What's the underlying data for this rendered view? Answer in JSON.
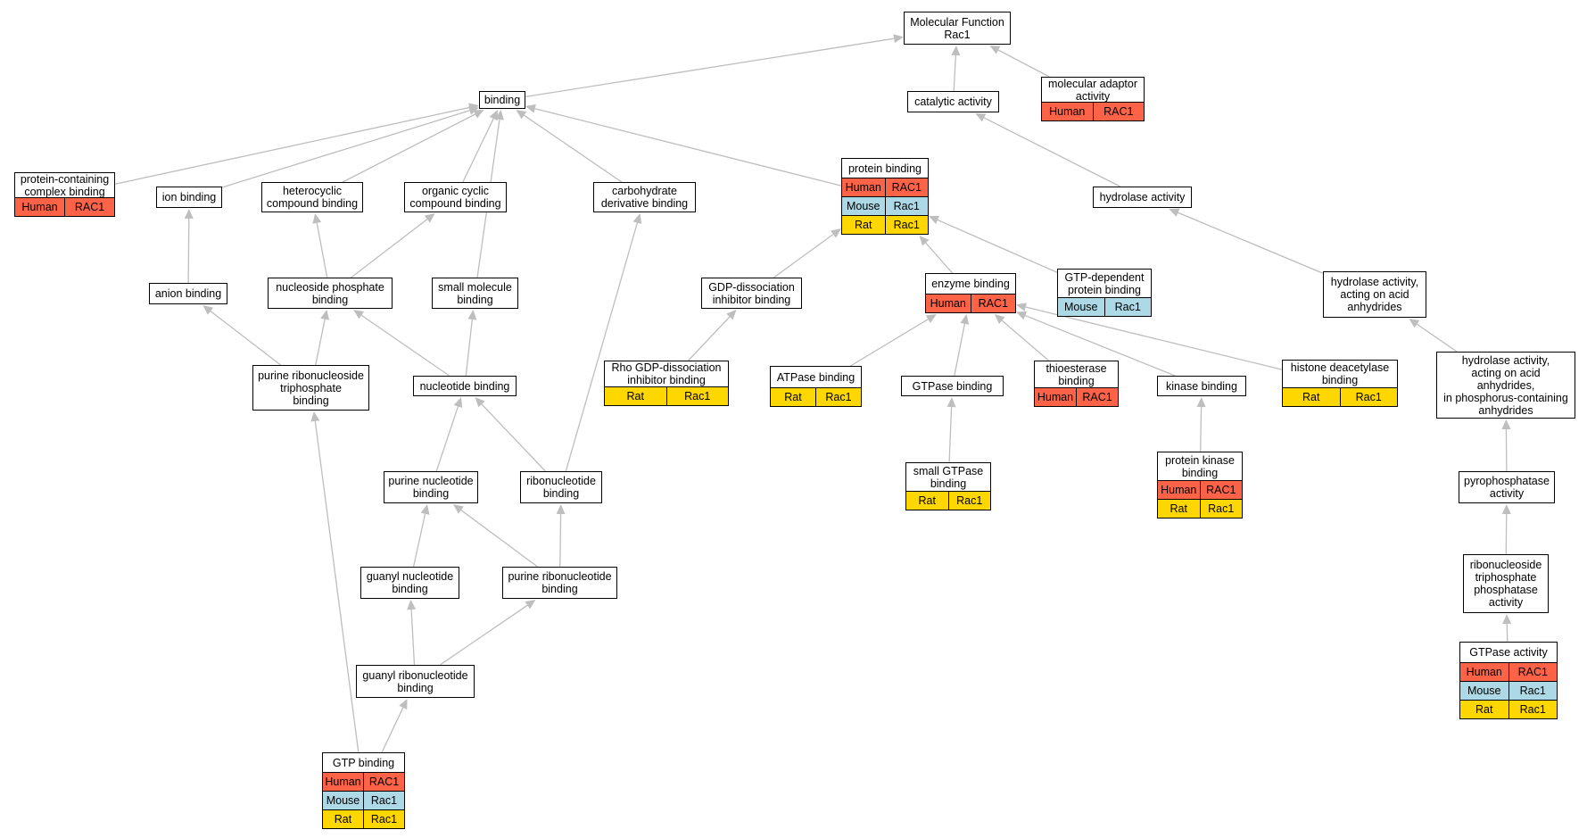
{
  "colors": {
    "human": "#ff6347",
    "mouse": "#add8e6",
    "rat": "#ffd700",
    "edge": "#bebebe"
  },
  "nodes": [
    {
      "id": "mf",
      "label": "Molecular Function\nRac1",
      "rows": []
    },
    {
      "id": "binding",
      "label": "binding",
      "rows": []
    },
    {
      "id": "catalytic",
      "label": "catalytic activity",
      "rows": []
    },
    {
      "id": "adaptor",
      "label": "molecular adaptor\nactivity",
      "rows": [
        {
          "org": "Human",
          "gene": "RAC1"
        }
      ]
    },
    {
      "id": "pccb",
      "label": "protein-containing\ncomplex binding",
      "rows": [
        {
          "org": "Human",
          "gene": "RAC1"
        }
      ]
    },
    {
      "id": "ion",
      "label": "ion binding",
      "rows": []
    },
    {
      "id": "hetero",
      "label": "heterocyclic\ncompound binding",
      "rows": []
    },
    {
      "id": "organic",
      "label": "organic cyclic\ncompound binding",
      "rows": []
    },
    {
      "id": "carbo",
      "label": "carbohydrate\nderivative binding",
      "rows": []
    },
    {
      "id": "protein",
      "label": "protein binding",
      "rows": [
        {
          "org": "Human",
          "gene": "RAC1"
        },
        {
          "org": "Mouse",
          "gene": "Rac1"
        },
        {
          "org": "Rat",
          "gene": "Rac1"
        }
      ]
    },
    {
      "id": "hydrolase",
      "label": "hydrolase activity",
      "rows": []
    },
    {
      "id": "anion",
      "label": "anion binding",
      "rows": []
    },
    {
      "id": "nucphos",
      "label": "nucleoside phosphate\nbinding",
      "rows": []
    },
    {
      "id": "smallmol",
      "label": "small molecule\nbinding",
      "rows": []
    },
    {
      "id": "gdpdiss",
      "label": "GDP-dissociation\ninhibitor binding",
      "rows": []
    },
    {
      "id": "enzyme",
      "label": "enzyme binding",
      "rows": [
        {
          "org": "Human",
          "gene": "RAC1"
        }
      ]
    },
    {
      "id": "gtpdep",
      "label": "GTP-dependent\nprotein binding",
      "rows": [
        {
          "org": "Mouse",
          "gene": "Rac1"
        }
      ]
    },
    {
      "id": "hydacid",
      "label": "hydrolase activity,\nacting on acid\nanhydrides",
      "rows": []
    },
    {
      "id": "purtri",
      "label": "purine ribonucleoside\ntriphosphate\nbinding",
      "rows": []
    },
    {
      "id": "nucleotide",
      "label": "nucleotide binding",
      "rows": []
    },
    {
      "id": "rhogdi",
      "label": "Rho GDP-dissociation\ninhibitor binding",
      "rows": [
        {
          "org": "Rat",
          "gene": "Rac1"
        }
      ]
    },
    {
      "id": "atpase",
      "label": "ATPase binding",
      "rows": [
        {
          "org": "Rat",
          "gene": "Rac1"
        }
      ]
    },
    {
      "id": "gtpase",
      "label": "GTPase binding",
      "rows": []
    },
    {
      "id": "thioest",
      "label": "thioesterase\nbinding",
      "rows": [
        {
          "org": "Human",
          "gene": "RAC1"
        }
      ]
    },
    {
      "id": "kinase",
      "label": "kinase binding",
      "rows": []
    },
    {
      "id": "histone",
      "label": "histone deacetylase\nbinding",
      "rows": [
        {
          "org": "Rat",
          "gene": "Rac1"
        }
      ]
    },
    {
      "id": "hydphos",
      "label": "hydrolase activity,\nacting on acid\nanhydrides,\nin phosphorus-containing\nanhydrides",
      "rows": []
    },
    {
      "id": "purnuc",
      "label": "purine nucleotide\nbinding",
      "rows": []
    },
    {
      "id": "ribonuc",
      "label": "ribonucleotide\nbinding",
      "rows": []
    },
    {
      "id": "smallgtp",
      "label": "small GTPase\nbinding",
      "rows": [
        {
          "org": "Rat",
          "gene": "Rac1"
        }
      ]
    },
    {
      "id": "protkin",
      "label": "protein kinase\nbinding",
      "rows": [
        {
          "org": "Human",
          "gene": "RAC1"
        },
        {
          "org": "Rat",
          "gene": "Rac1"
        }
      ]
    },
    {
      "id": "pyro",
      "label": "pyrophosphatase\nactivity",
      "rows": []
    },
    {
      "id": "guanyl",
      "label": "guanyl nucleotide\nbinding",
      "rows": []
    },
    {
      "id": "purribo",
      "label": "purine ribonucleotide\nbinding",
      "rows": []
    },
    {
      "id": "ribotri",
      "label": "ribonucleoside\ntriphosphate\nphosphatase\nactivity",
      "rows": []
    },
    {
      "id": "guanribo",
      "label": "guanyl ribonucleotide\nbinding",
      "rows": []
    },
    {
      "id": "gtpact",
      "label": "GTPase activity",
      "rows": [
        {
          "org": "Human",
          "gene": "RAC1"
        },
        {
          "org": "Mouse",
          "gene": "Rac1"
        },
        {
          "org": "Rat",
          "gene": "Rac1"
        }
      ]
    },
    {
      "id": "gtpbind",
      "label": "GTP binding",
      "rows": [
        {
          "org": "Human",
          "gene": "RAC1"
        },
        {
          "org": "Mouse",
          "gene": "Rac1"
        },
        {
          "org": "Rat",
          "gene": "Rac1"
        }
      ]
    }
  ],
  "edges": [
    [
      "binding",
      "mf"
    ],
    [
      "catalytic",
      "mf"
    ],
    [
      "adaptor",
      "mf"
    ],
    [
      "pccb",
      "binding"
    ],
    [
      "ion",
      "binding"
    ],
    [
      "hetero",
      "binding"
    ],
    [
      "organic",
      "binding"
    ],
    [
      "smallmol",
      "binding"
    ],
    [
      "carbo",
      "binding"
    ],
    [
      "protein",
      "binding"
    ],
    [
      "hydrolase",
      "catalytic"
    ],
    [
      "anion",
      "ion"
    ],
    [
      "nucphos",
      "hetero"
    ],
    [
      "nucphos",
      "organic"
    ],
    [
      "purtri",
      "anion"
    ],
    [
      "purtri",
      "nucphos"
    ],
    [
      "nucleotide",
      "nucphos"
    ],
    [
      "nucleotide",
      "smallmol"
    ],
    [
      "purnuc",
      "nucleotide"
    ],
    [
      "ribonuc",
      "nucleotide"
    ],
    [
      "ribonuc",
      "carbo"
    ],
    [
      "guanyl",
      "purnuc"
    ],
    [
      "purribo",
      "purnuc"
    ],
    [
      "purribo",
      "ribonuc"
    ],
    [
      "guanribo",
      "guanyl"
    ],
    [
      "guanribo",
      "purribo"
    ],
    [
      "gtpbind",
      "guanribo"
    ],
    [
      "gtpbind",
      "purtri"
    ],
    [
      "gdpdiss",
      "protein"
    ],
    [
      "enzyme",
      "protein"
    ],
    [
      "gtpdep",
      "protein"
    ],
    [
      "rhogdi",
      "gdpdiss"
    ],
    [
      "atpase",
      "enzyme"
    ],
    [
      "gtpase",
      "enzyme"
    ],
    [
      "thioest",
      "enzyme"
    ],
    [
      "kinase",
      "enzyme"
    ],
    [
      "histone",
      "enzyme"
    ],
    [
      "smallgtp",
      "gtpase"
    ],
    [
      "protkin",
      "kinase"
    ],
    [
      "hydacid",
      "hydrolase"
    ],
    [
      "hydphos",
      "hydacid"
    ],
    [
      "pyro",
      "hydphos"
    ],
    [
      "ribotri",
      "pyro"
    ],
    [
      "gtpact",
      "ribotri"
    ]
  ]
}
